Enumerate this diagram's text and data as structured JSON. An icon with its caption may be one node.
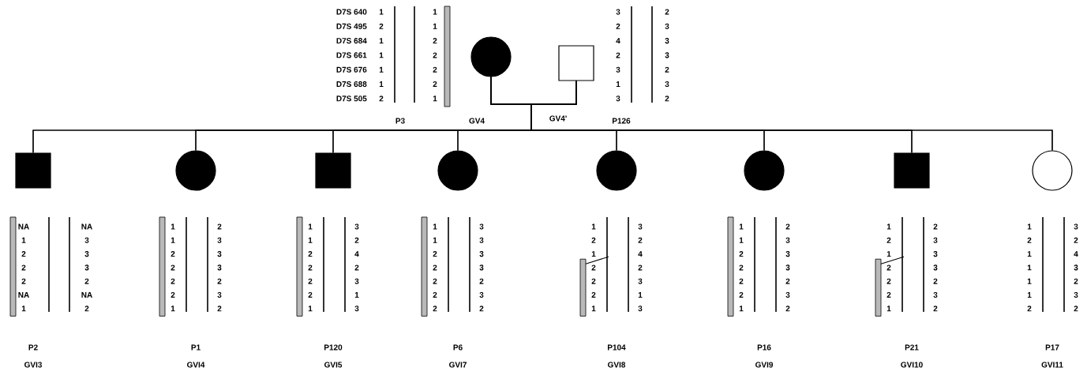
{
  "diagram": {
    "nodes": [
      {
        "text": [],
        "shape": "circle"
      },
      {
        "text": [],
        "shape": "box"
      },
      {
        "text": [],
        "shape": "box",
        "beside": [
          "P2",
          "GVI3"
        ]
      },
      {
        "text": [],
        "shape": "circle",
        "beside": [
          "P1",
          "GVI4"
        ]
      },
      {
        "text": [],
        "shape": "box",
        "beside": [
          "P120",
          "GVI5"
        ]
      },
      {
        "text": [],
        "shape": "circle",
        "beside": [
          "P6",
          "GVI7"
        ]
      },
      {
        "text": [],
        "shape": "circle",
        "beside": [
          "P104",
          "GVI8"
        ]
      },
      {
        "text": [],
        "shape": "circle",
        "beside": [
          "P16",
          "GVI9"
        ]
      },
      {
        "text": [],
        "shape": "box",
        "beside": [
          "P21",
          "GVI10"
        ]
      },
      {
        "text": [],
        "shape": "circle",
        "beside": [
          "P17",
          "GVI11"
        ]
      }
    ],
    "edges": [
      {
        "from": 0,
        "to": 2,
        "arrow": "none"
      },
      {
        "from": 0,
        "to": 3,
        "arrow": "none"
      },
      {
        "from": 0,
        "to": 4,
        "arrow": "none"
      },
      {
        "from": 0,
        "to": 5,
        "arrow": "none"
      },
      {
        "from": 0,
        "to": 6,
        "arrow": "none"
      },
      {
        "from": 0,
        "to": 7,
        "arrow": "none"
      },
      {
        "from": 0,
        "to": 8,
        "arrow": "none"
      },
      {
        "from": 0,
        "to": 9,
        "arrow": "none"
      },
      {
        "from": 1,
        "to": 2,
        "arrow": "none"
      },
      {
        "from": 1,
        "to": 3,
        "arrow": "none"
      },
      {
        "from": 1,
        "to": 4,
        "arrow": "none"
      },
      {
        "from": 1,
        "to": 5,
        "arrow": "none"
      },
      {
        "from": 1,
        "to": 6,
        "arrow": "none"
      },
      {
        "from": 1,
        "to": 7,
        "arrow": "none"
      },
      {
        "from": 1,
        "to": 8,
        "arrow": "none"
      },
      {
        "from": 1,
        "to": 9,
        "arrow": "none"
      }
    ],
    "labels": [
      "D7S 640",
      "D7S 495",
      "D7S 684",
      "D7S 661",
      "D7S 676",
      "D7S 688",
      "D7S 505",
      "1",
      "1",
      "2",
      "1",
      "1",
      "2",
      "1",
      "2",
      "1",
      "2",
      "1",
      "2",
      "2",
      "1",
      "3",
      "2",
      "2",
      "3",
      "4",
      "3",
      "2",
      "3",
      "3",
      "2",
      "1",
      "3",
      "3",
      "2",
      "NA",
      "NA",
      "1",
      "3",
      "2",
      "3",
      "2",
      "3",
      "2",
      "2",
      "NA",
      "NA",
      "1",
      "2",
      "1",
      "2",
      "1",
      "3",
      "2",
      "3",
      "2",
      "3",
      "2",
      "2",
      "2",
      "3",
      "1",
      "2",
      "1",
      "3",
      "1",
      "2",
      "2",
      "4",
      "2",
      "2",
      "2",
      "3",
      "2",
      "1",
      "1",
      "3",
      "1",
      "3",
      "1",
      "3",
      "2",
      "3",
      "2",
      "3",
      "2",
      "2",
      "2",
      "3",
      "2",
      "2",
      "1",
      "3",
      "2",
      "2",
      "1",
      "4",
      "2",
      "2",
      "2",
      "3",
      "2",
      "1",
      "1",
      "3",
      "1",
      "2",
      "1",
      "3",
      "2",
      "3",
      "2",
      "3",
      "2",
      "2",
      "2",
      "3",
      "1",
      "2",
      "1",
      "2",
      "2",
      "3",
      "1",
      "3",
      "2",
      "3",
      "2",
      "2",
      "2",
      "3",
      "1",
      "2",
      "1",
      "3",
      "2",
      "2",
      "1",
      "4",
      "1",
      "3",
      "1",
      "2",
      "1",
      "3",
      "2",
      "2",
      "P3",
      "GV4",
      "GV4'",
      "P126"
    ]
  }
}
